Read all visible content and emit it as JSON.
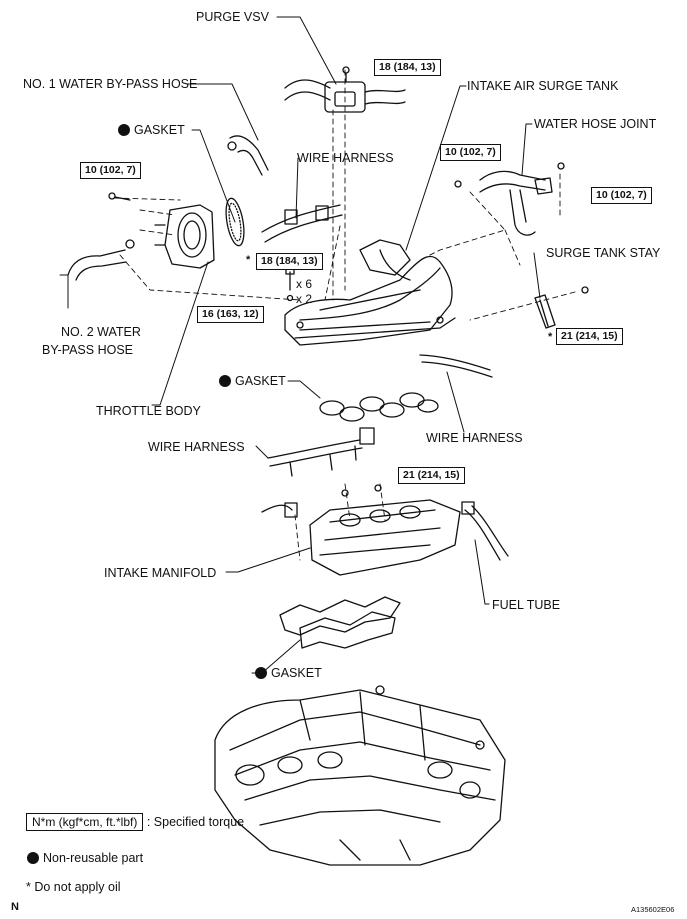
{
  "labels": {
    "purge_vsv": "PURGE VSV",
    "no1_water_bypass_hose": "NO. 1 WATER BY-PASS HOSE",
    "gasket_top": "GASKET",
    "wire_harness_1": "WIRE HARNESS",
    "intake_air_surge_tank": "INTAKE AIR SURGE TANK",
    "water_hose_joint": "WATER HOSE JOINT",
    "surge_tank_stay": "SURGE TANK STAY",
    "no2_water_bypass_hose_line1": "NO. 2 WATER",
    "no2_water_bypass_hose_line2": "BY-PASS HOSE",
    "gasket_mid": "GASKET",
    "throttle_body": "THROTTLE BODY",
    "wire_harness_2": "WIRE HARNESS",
    "wire_harness_3": "WIRE HARNESS",
    "intake_manifold": "INTAKE MANIFOLD",
    "fuel_tube": "FUEL TUBE",
    "gasket_bottom": "GASKET"
  },
  "torques": {
    "purge_vsv": "18 (184, 13)",
    "throttle_body": "10 (102, 7)",
    "water_hose_joint_left": "10 (102, 7)",
    "water_hose_joint_right": "10 (102, 7)",
    "surge_tank_bolt": "18 (184, 13)",
    "surge_tank_nut": "16 (163, 12)",
    "surge_tank_stay": "21 (214, 15)",
    "intake_manifold": "21 (214, 15)"
  },
  "multipliers": {
    "bolts": "x 6",
    "nuts": "x 2"
  },
  "star": "*",
  "legend": {
    "torque_box": "N*m (kgf*cm, ft.*lbf)",
    "torque_desc": ": Specified torque",
    "non_reusable": "Non-reusable part",
    "no_oil": "* Do not apply oil"
  },
  "corner_letter": "N",
  "figure_code": "A135602E06",
  "icons": {
    "non_reusable": "filled-circle-icon"
  }
}
